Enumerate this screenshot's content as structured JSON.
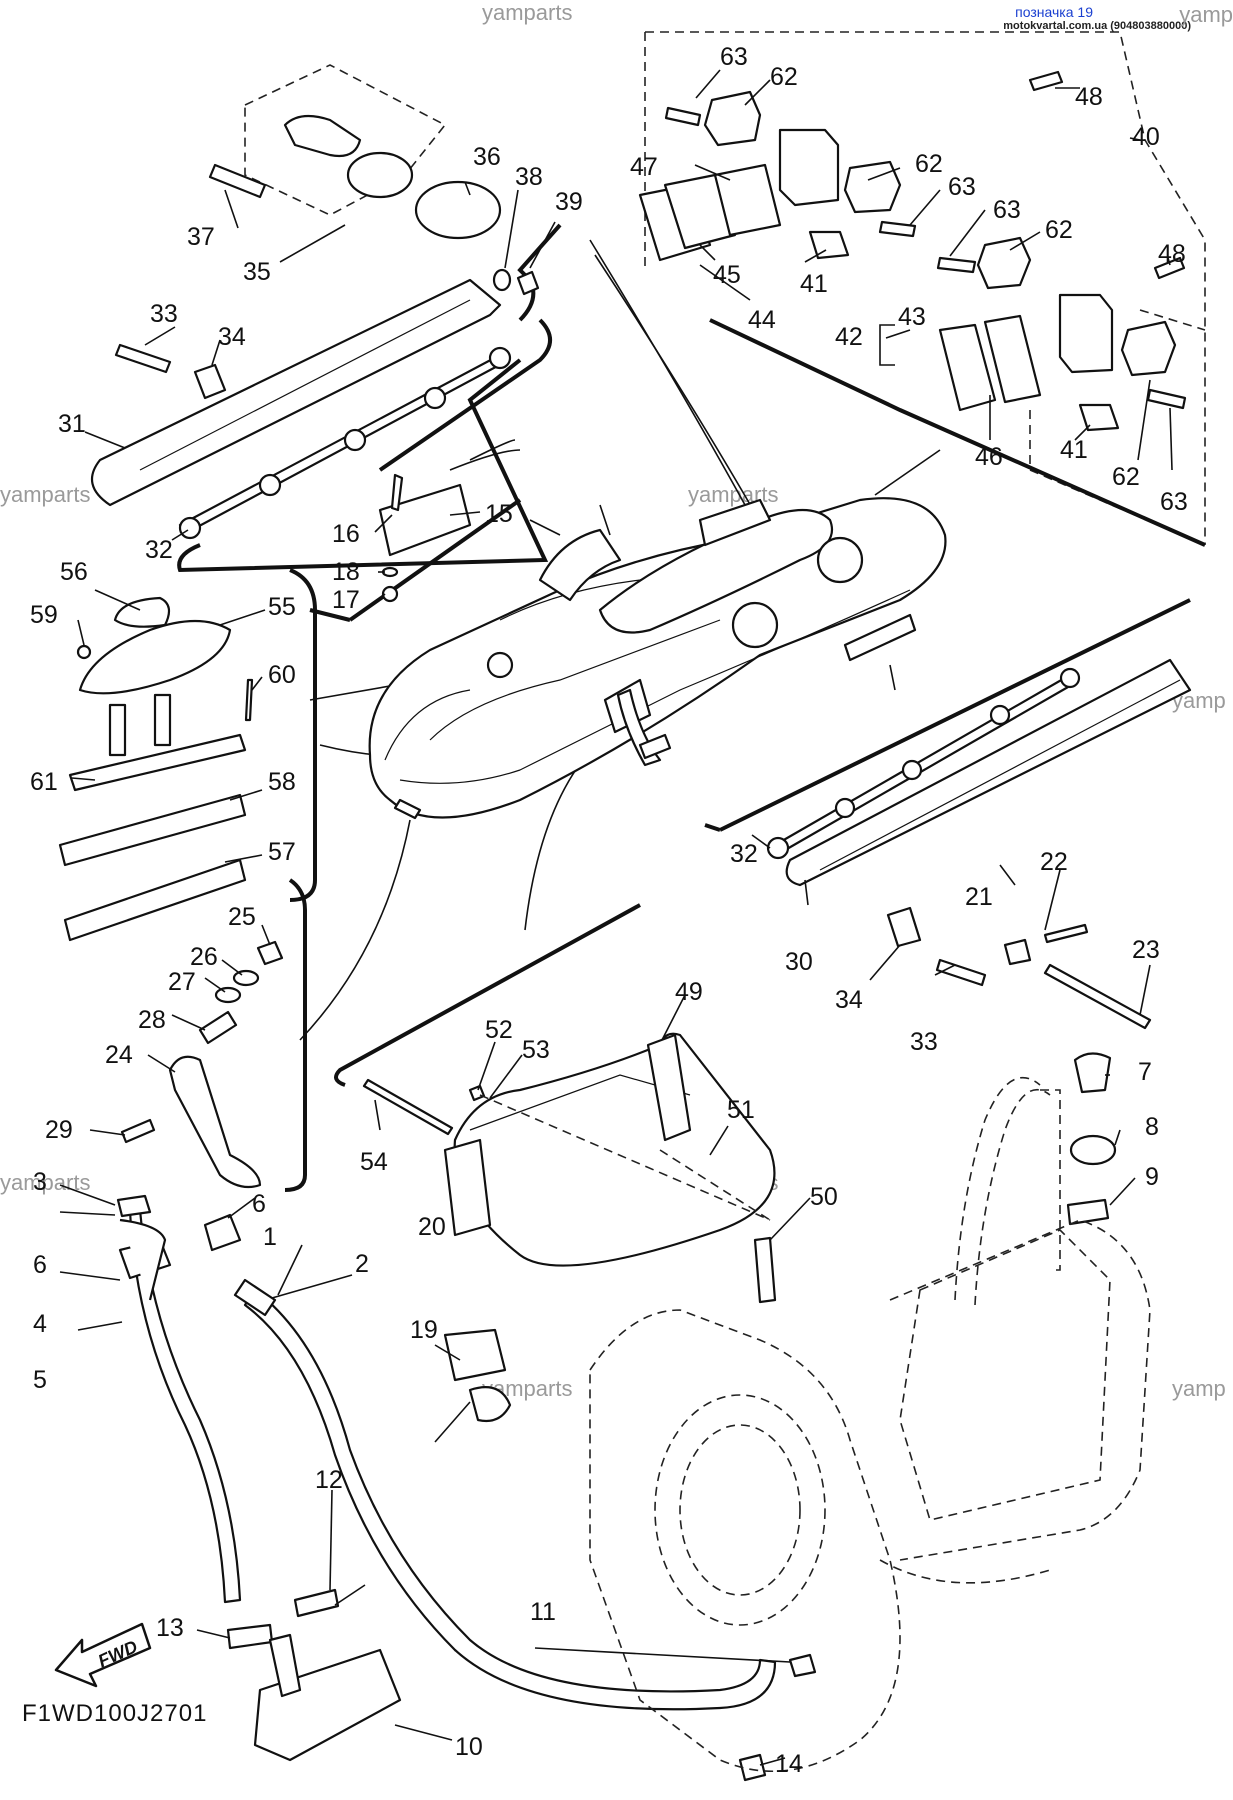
{
  "header": {
    "label": "позначка 19",
    "site": "motokvartal.com.ua (904803880000)",
    "watermark_edge": "yamp"
  },
  "watermarks": [
    "yamparts",
    "yamparts",
    "yamparts",
    "yamparts",
    "yamparts",
    "yamp",
    "yamparts",
    "yamparts",
    "yamp"
  ],
  "diagram_code": "F1WD100J2701",
  "fwd_label": "FWD",
  "callouts": [
    "1",
    "2",
    "3",
    "4",
    "5",
    "6",
    "6",
    "7",
    "8",
    "9",
    "10",
    "11",
    "12",
    "13",
    "14",
    "15",
    "16",
    "17",
    "18",
    "19",
    "20",
    "21",
    "22",
    "23",
    "24",
    "25",
    "26",
    "27",
    "28",
    "29",
    "30",
    "31",
    "32",
    "32",
    "33",
    "33",
    "34",
    "34",
    "35",
    "36",
    "37",
    "38",
    "39",
    "40",
    "41",
    "41",
    "42",
    "43",
    "44",
    "45",
    "46",
    "47",
    "48",
    "48",
    "49",
    "50",
    "51",
    "52",
    "53",
    "54",
    "55",
    "56",
    "57",
    "58",
    "59",
    "60",
    "61",
    "62",
    "62",
    "62",
    "62",
    "63",
    "63",
    "63",
    "63"
  ]
}
